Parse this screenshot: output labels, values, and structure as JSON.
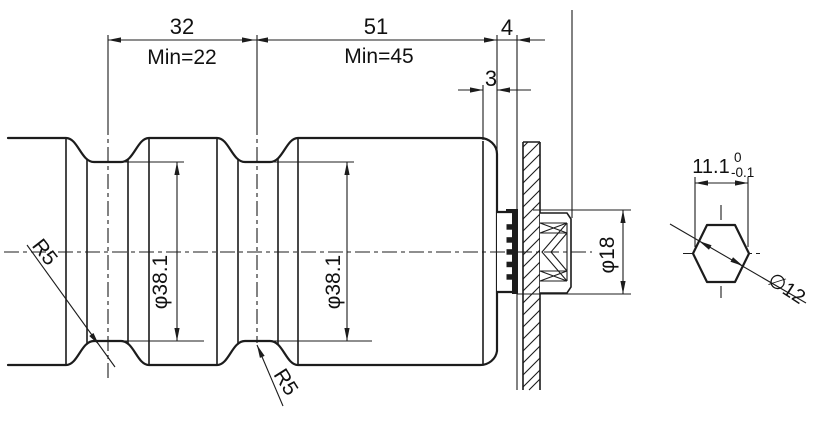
{
  "title": "shaft-dimension-drawing",
  "colors": {
    "background": "#ffffff",
    "line": "#1c1c1c"
  },
  "main_view": {
    "dim_32": "32",
    "dim_min22": "Min=22",
    "dim_51": "51",
    "dim_min45": "Min=45",
    "dim_4": "4",
    "dim_3": "3",
    "dia_groove_1": "φ38.1",
    "dia_groove_2": "φ38.1",
    "dia_spline": "φ18",
    "radius_1": "R5",
    "radius_2": "R5"
  },
  "hex_view": {
    "across_flats": "11.1",
    "tol_upper": "0",
    "tol_lower": "-0.1",
    "diameter": "∅12"
  }
}
